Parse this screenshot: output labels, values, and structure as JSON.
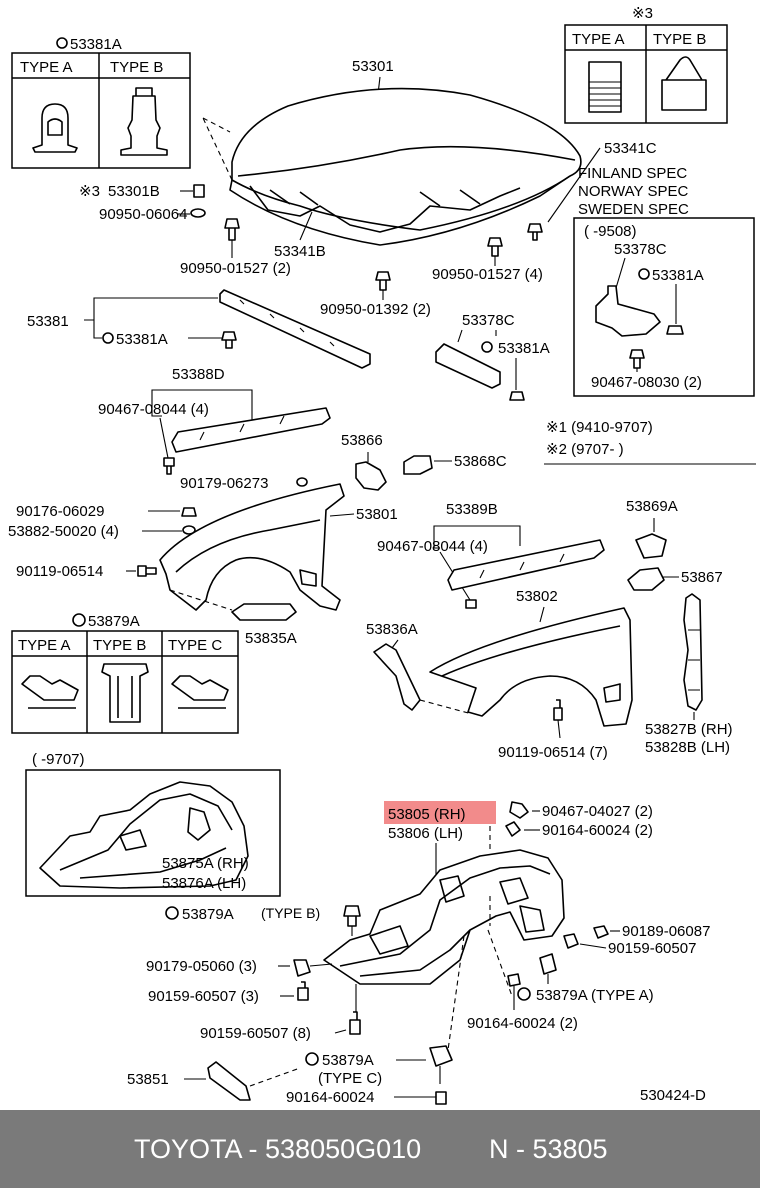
{
  "header": {
    "mark3": "※3"
  },
  "boxes": {
    "b53381a": {
      "title": "53381A",
      "type_a": "TYPE A",
      "type_b": "TYPE B"
    },
    "mark3box": {
      "type_a": "TYPE A",
      "type_b": "TYPE B"
    },
    "spec": {
      "l1": "FINLAND SPEC",
      "l2": "NORWAY SPEC",
      "l3": "SWEDEN SPEC",
      "range": "(      -9508)",
      "p1": "53378C",
      "p2": "53381A",
      "p3": "90467-08030 (2)"
    },
    "b53879a": {
      "title": "53879A",
      "type_a": "TYPE A",
      "type_b": "TYPE B",
      "type_c": "TYPE C"
    },
    "liner_inset": {
      "range": "(      -9707)",
      "rh": "53875A (RH)",
      "lh": "53876A (LH)"
    }
  },
  "notes": {
    "n1": "※1 (9410-9707)",
    "n2": "※2 (9707-            )"
  },
  "labels": {
    "l53301": "53301",
    "l53301b": "53301B",
    "l53301b_prefix": "※3",
    "l90950_06064": "90950-06064",
    "l90950_01527a": "90950-01527 (2)",
    "l53341b": "53341B",
    "l53341c": "53341C",
    "l90950_01527b": "90950-01527 (4)",
    "l90950_01392": "90950-01392 (2)",
    "l53381": "53381",
    "l53381a": "53381A",
    "l53378c": "53378C",
    "l53381a_2": "53381A",
    "l53388d": "53388D",
    "l90467_08044a": "90467-08044 (4)",
    "l90179_06273": "90179-06273",
    "l53866": "53866",
    "l53868c": "53868C",
    "l90176_06029": "90176-06029",
    "l53882_50020": "53882-50020 (4)",
    "l53801": "53801",
    "l90119_06514a": "90119-06514",
    "l53835a": "53835A",
    "l53389b": "53389B",
    "l90467_08044b": "90467-08044 (4)",
    "l53869a": "53869A",
    "l53867": "53867",
    "l53802": "53802",
    "l53836a": "53836A",
    "l90119_06514b": "90119-06514 (7)",
    "l53827b": "53827B (RH)",
    "l53828b": "53828B (LH)",
    "l53805": "53805 (RH)",
    "l53806": "53806 (LH)",
    "l90467_04027": "90467-04027 (2)",
    "l90164_60024a": "90164-60024 (2)",
    "l53879a_b": "53879A",
    "l53879a_b_type": "(TYPE B)",
    "l90189_06087": "90189-06087",
    "l90159_60507a": "90159-60507",
    "l90179_05060": "90179-05060 (3)",
    "l90159_60507b": "90159-60507 (3)",
    "l53879a_a": "53879A (TYPE  A)",
    "l90164_60024b": "90164-60024 (2)",
    "l90159_60507c": "90159-60507 (8)",
    "l53879a_c": "53879A",
    "l53879a_c_type": "(TYPE  C)",
    "l53851": "53851",
    "l90164_60024c": "90164-60024",
    "l530424d": "530424-D"
  },
  "footer": {
    "brand": "TOYOTA - 538050G010",
    "ref": "N - 53805"
  },
  "colors": {
    "highlight": "#f28b8b",
    "footer_bg": "#7a7a7a"
  }
}
